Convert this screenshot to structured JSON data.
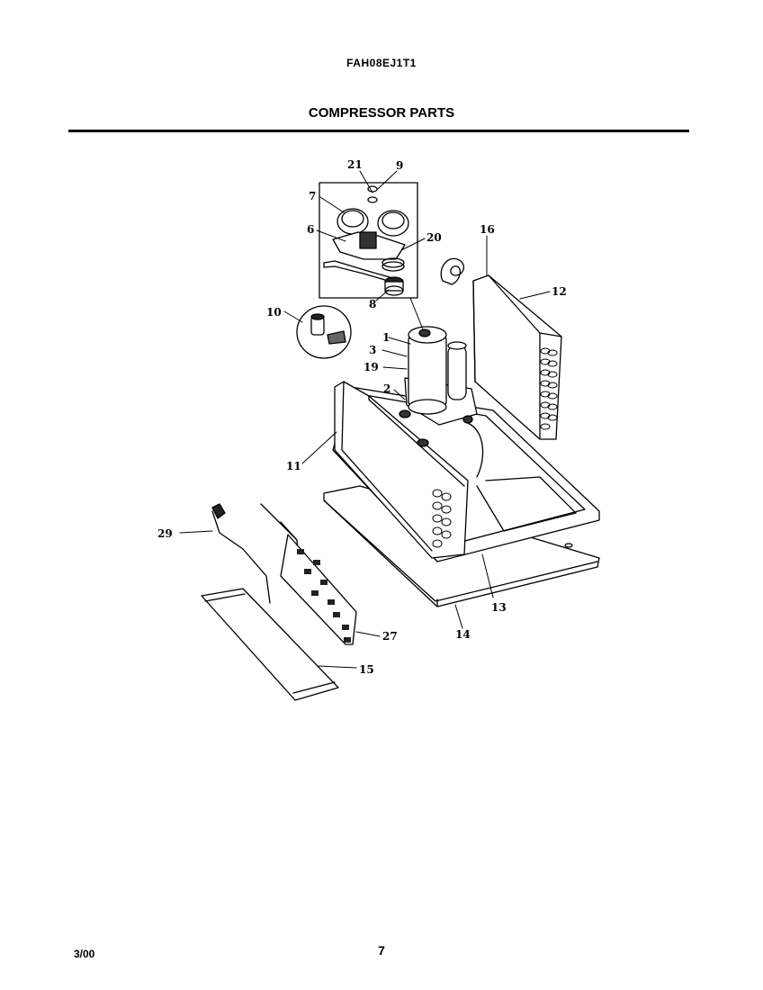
{
  "header": {
    "model_number": "FAH08EJ1T1",
    "title": "COMPRESSOR PARTS"
  },
  "callouts": [
    "21",
    "9",
    "7",
    "6",
    "20",
    "16",
    "12",
    "8",
    "10",
    "1",
    "3",
    "19",
    "2",
    "11",
    "29",
    "13",
    "14",
    "27",
    "15"
  ],
  "footer": {
    "date": "3/00",
    "page_number": "7"
  }
}
